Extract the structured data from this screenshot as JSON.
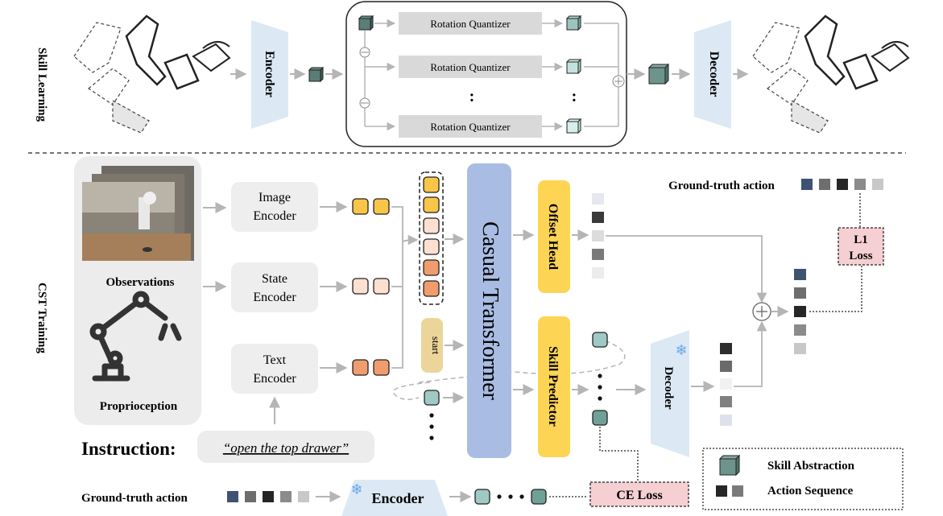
{
  "section_labels": {
    "top": "Skill Learning",
    "bottom": "CST Training"
  },
  "top": {
    "encoder": "Encoder",
    "decoder": "Decoder",
    "quantizers": [
      "Rotation Quantizer",
      "Rotation Quantizer",
      "Rotation Quantizer"
    ],
    "ellipsis": ":"
  },
  "bottom": {
    "observations": "Observations",
    "proprioception": "Proprioception",
    "image_encoder": [
      "Image",
      "Encoder"
    ],
    "state_encoder": [
      "State",
      "Encoder"
    ],
    "text_encoder": [
      "Text",
      "Encoder"
    ],
    "transformer": "Casual Transformer",
    "offset_head": "Offset Head",
    "skill_predictor": "Skill Predictor",
    "start": "start",
    "decoder": "Decoder",
    "gt_action_right": "Ground-truth action",
    "l1_loss": [
      "L1",
      "Loss"
    ],
    "instruction_label": "Instruction:",
    "instruction_text": "“open the top drawer”",
    "gt_action_bottom": "Ground-truth action",
    "encoder": "Encoder",
    "ce_loss": "CE Loss",
    "legend": {
      "skill": "Skill Abstraction",
      "action": "Action Sequence"
    }
  },
  "colors": {
    "encoder_blue": "#dce9f5",
    "transformer": "#a9bce3",
    "head_yellow": "#fdd454",
    "token_yellow": "#f7c548",
    "token_peach": "#fde0cf",
    "token_orange": "#ef9d6e",
    "skill_teal": "#9fc9c5",
    "loss_pink": "#f6cfd3"
  }
}
